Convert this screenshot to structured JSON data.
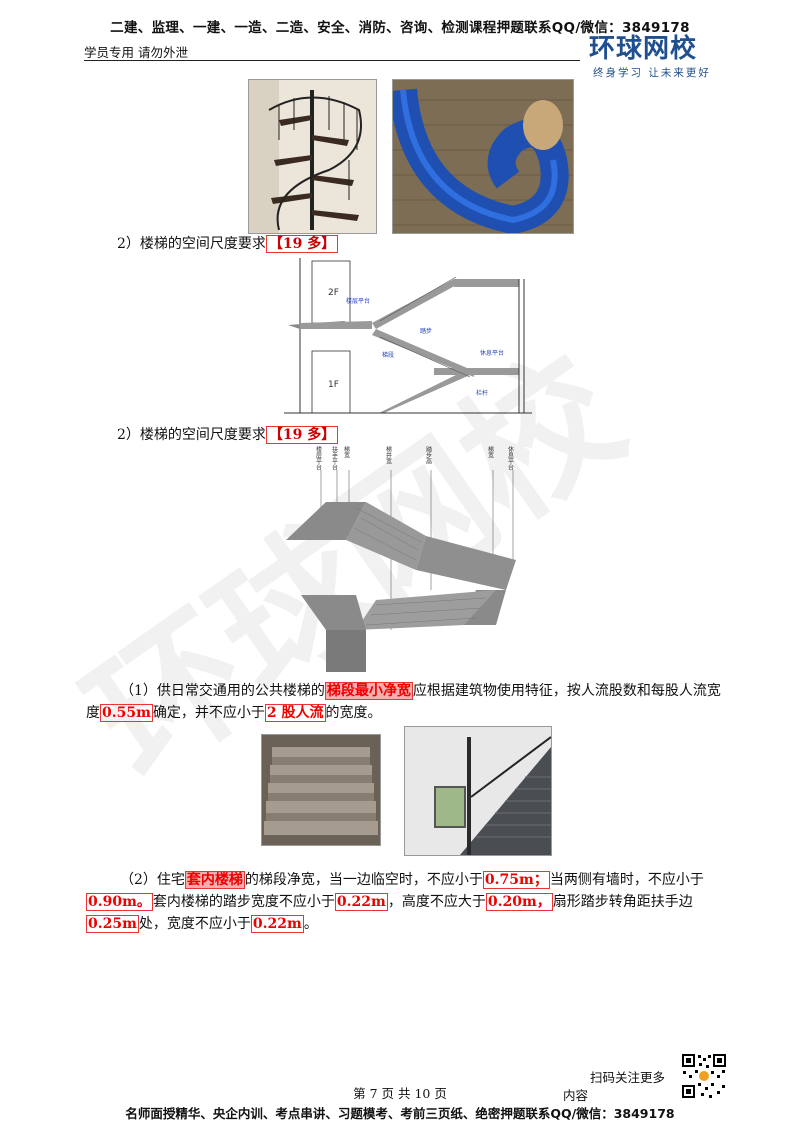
{
  "header": {
    "top_line": "二建、监理、一建、一造、二造、安全、消防、咨询、检测课程押题联系QQ/微信：3849178",
    "left_text": "学员专用  请勿外泄",
    "logo_main": "环球网校",
    "logo_sub": "终身学习  让未来更好"
  },
  "section_a": {
    "label": "2）楼梯的空间尺度要求",
    "tag": "【19 多】"
  },
  "diagram1": {
    "floor_2": "2F",
    "floor_1": "1F",
    "labels": {
      "floor_landing": "楼层平台",
      "tread": "踏步",
      "flight": "梯段",
      "rest_landing": "休息平台",
      "railing": "栏杆"
    }
  },
  "section_b": {
    "label": "2）楼梯的空间尺度要求",
    "tag": "【19 多】"
  },
  "diagram2": {
    "labels": [
      "楼层平台",
      "扶手平台",
      "梯宽",
      "梯井宽",
      "踏步高",
      "梯宽",
      "休息平台"
    ]
  },
  "para1": {
    "t1": "（1）供日常交通用的公共楼梯的",
    "h1": "梯段最小净宽",
    "t2": "应根据建筑物使用特征，按人流股数和每股人流宽度",
    "h2": "0.55m",
    "t3": "确定，并不应小于",
    "h3": "2 股人流",
    "t4": "的宽度。"
  },
  "para2": {
    "t1": "（2）住宅",
    "h1": "套内楼梯",
    "t2": "的梯段净宽，当一边临空时，不应小于",
    "h2": "0.75m；",
    "t3": "当两侧有墙时，不应小于",
    "h3": "0.90m。",
    "t4": "套内楼梯的踏步宽度不应小于",
    "h4": "0.22m",
    "t5": "，高度不应大于",
    "h5": "0.20m，",
    "t6": "扇形踏步转角距扶手边",
    "h6": "0.25m",
    "t7": "处，宽度不应小于",
    "h7": "0.22m",
    "t8": "。"
  },
  "footer": {
    "page": "第 7 页 共 10 页",
    "scan_line1": "扫码关注更多",
    "scan_line2": "内容",
    "bottom": "名师面授精华、央企内训、考点串讲、习题模考、考前三页纸、绝密押题联系QQ/微信：3849178"
  },
  "watermark": {
    "big": "环球网校"
  },
  "colors": {
    "accent_red": "#e00",
    "brand_blue": "#1f4f8f"
  }
}
